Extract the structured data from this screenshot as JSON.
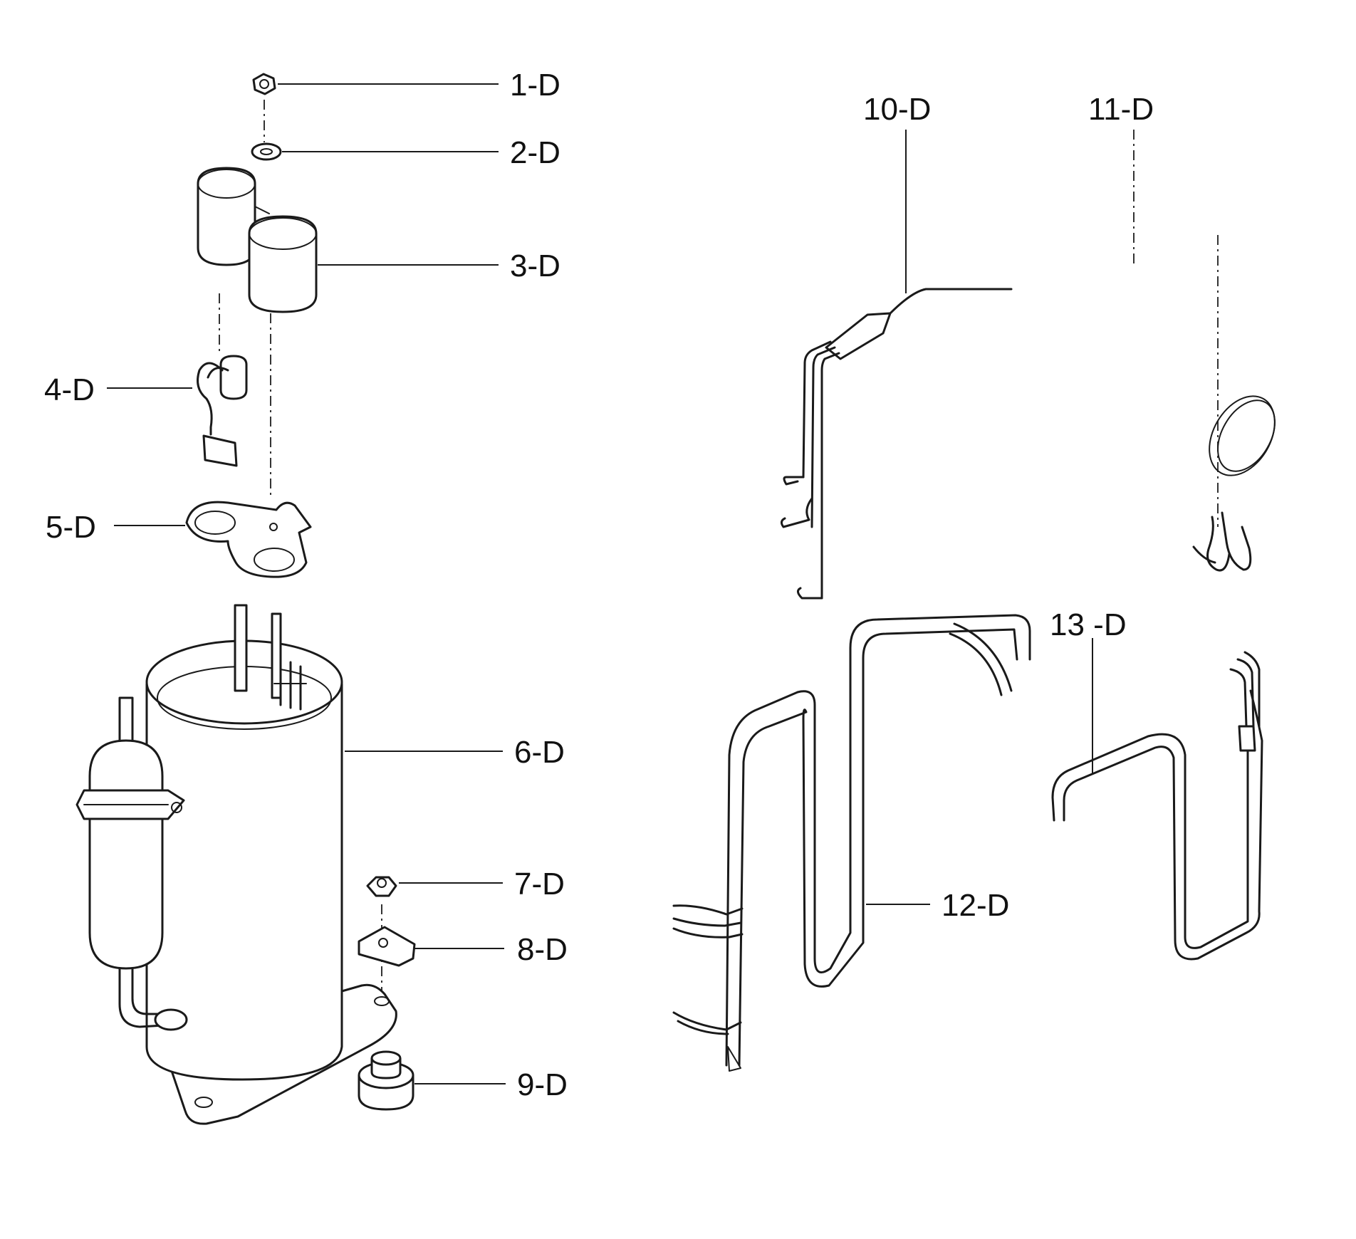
{
  "parts": [
    {
      "id": "1-D"
    },
    {
      "id": "2-D"
    },
    {
      "id": "3-D"
    },
    {
      "id": "4-D"
    },
    {
      "id": "5-D"
    },
    {
      "id": "6-D"
    },
    {
      "id": "7-D"
    },
    {
      "id": "8-D"
    },
    {
      "id": "9-D"
    },
    {
      "id": "10-D"
    },
    {
      "id": "11-D"
    },
    {
      "id": "12-D"
    },
    {
      "id": "13 -D"
    }
  ]
}
